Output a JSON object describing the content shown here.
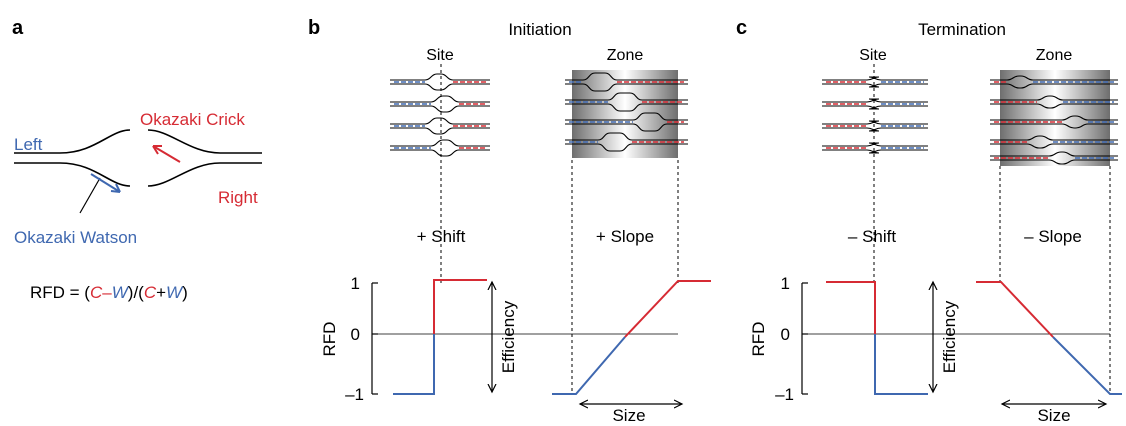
{
  "colors": {
    "red": "#d62b34",
    "blue": "#3f68b0",
    "black": "#000000",
    "grey_dark": "#8a8a8a"
  },
  "panel_a": {
    "letter": "a",
    "left_label": "Left",
    "crick_label": "Okazaki Crick",
    "right_label": "Right",
    "watson_label": "Okazaki Watson",
    "formula": {
      "prefix": "RFD = (",
      "c1": "C",
      "minus": "–",
      "w1": "W",
      "mid": ")/(",
      "c2": "C",
      "plus": "+",
      "w2": "W",
      "suffix": ")"
    }
  },
  "panel_b": {
    "letter": "b",
    "title": "Initiation",
    "site_label": "Site",
    "zone_label": "Zone",
    "shift_label": "+ Shift",
    "slope_label": "+ Slope",
    "ylabel": "RFD",
    "yticks": [
      "1",
      "0",
      "–1"
    ],
    "efficiency_label": "Efficiency",
    "size_label": "Size"
  },
  "panel_c": {
    "letter": "c",
    "title": "Termination",
    "site_label": "Site",
    "zone_label": "Zone",
    "shift_label": "– Shift",
    "slope_label": "– Slope",
    "ylabel": "RFD",
    "yticks": [
      "1",
      "0",
      "–1"
    ],
    "efficiency_label": "Efficiency",
    "size_label": "Size"
  }
}
